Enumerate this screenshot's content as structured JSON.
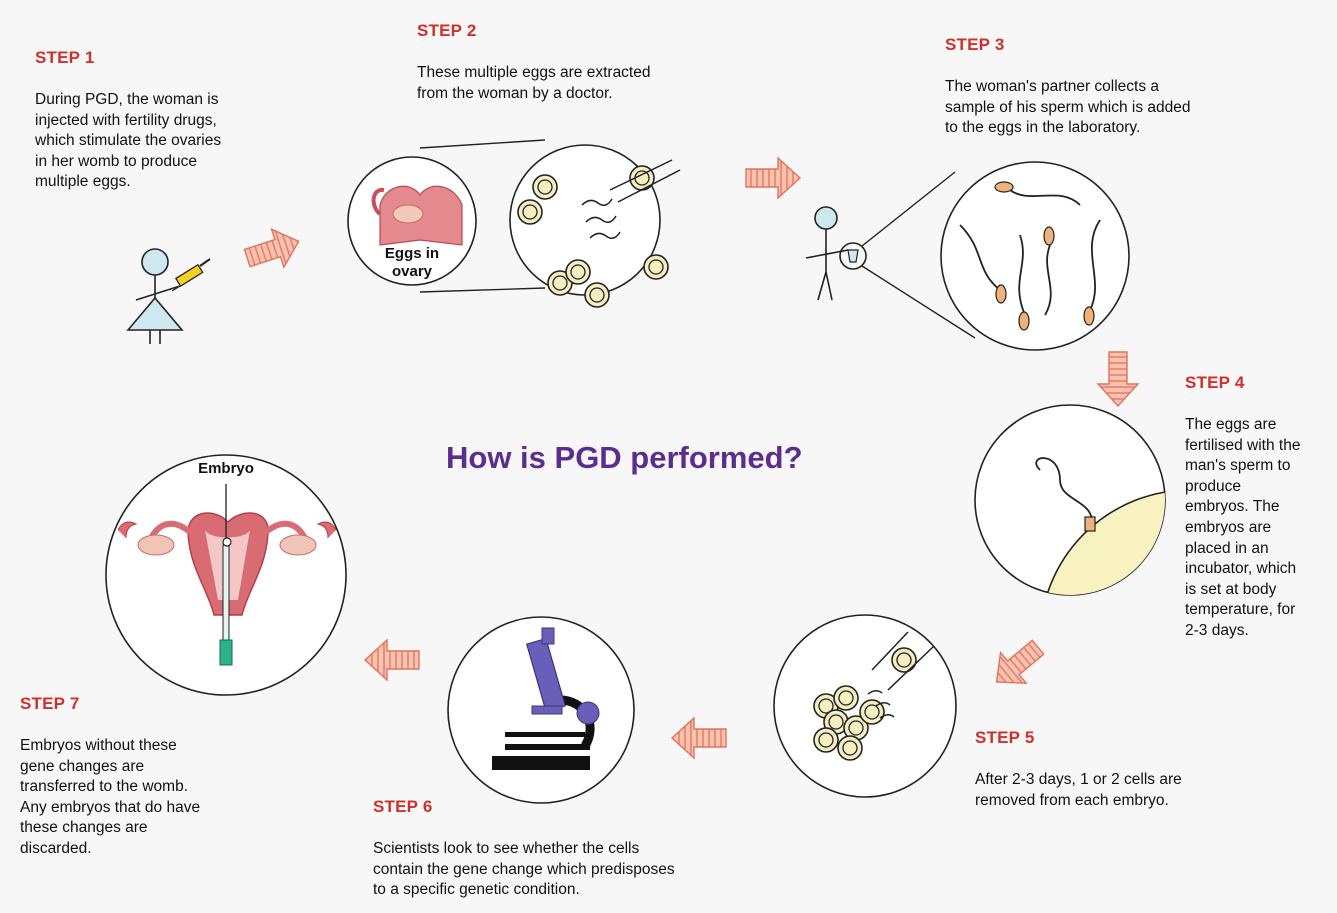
{
  "title": "How is PGD performed?",
  "steps": [
    {
      "label": "STEP 1",
      "text": [
        "During PGD, the woman is",
        "injected with fertility drugs,",
        "which stimulate the ovaries",
        "in her womb to produce",
        "multiple eggs."
      ]
    },
    {
      "label": "STEP 2",
      "text": [
        "These multiple eggs are extracted",
        "from the woman by a doctor."
      ]
    },
    {
      "label": "STEP 3",
      "text": [
        "The woman's partner collects a",
        "sample of his sperm which is added",
        "to the eggs in the laboratory."
      ]
    },
    {
      "label": "STEP 4",
      "text": [
        "The eggs are",
        "fertilised with the",
        "man's sperm to",
        "produce",
        "embryos.  The",
        "embryos are",
        "placed in an",
        "incubator, which",
        "is set at body",
        "temperature, for",
        "2-3 days."
      ]
    },
    {
      "label": "STEP 5",
      "text": [
        "After 2-3 days, 1 or 2 cells are",
        "removed from each embryo."
      ]
    },
    {
      "label": "STEP 6",
      "text": [
        "Scientists look to see whether the cells",
        "contain the gene change which predisposes",
        "to a specific genetic condition."
      ]
    },
    {
      "label": "STEP 7",
      "text": [
        "Embryos without these",
        "gene changes are",
        "transferred to the womb.",
        "Any embryos that do have",
        "these changes are",
        "discarded."
      ]
    }
  ],
  "labels": {
    "eggs_in_ovary": [
      "Eggs in",
      "ovary"
    ],
    "embryo": "Embryo"
  },
  "colors": {
    "step_label": "#d0302b",
    "title": "#5b2d90",
    "arrow_fill": "#f9b8a6",
    "arrow_stroke": "#e0735c",
    "egg_fill": "#f5eec0",
    "uterus": "#d6616a"
  }
}
